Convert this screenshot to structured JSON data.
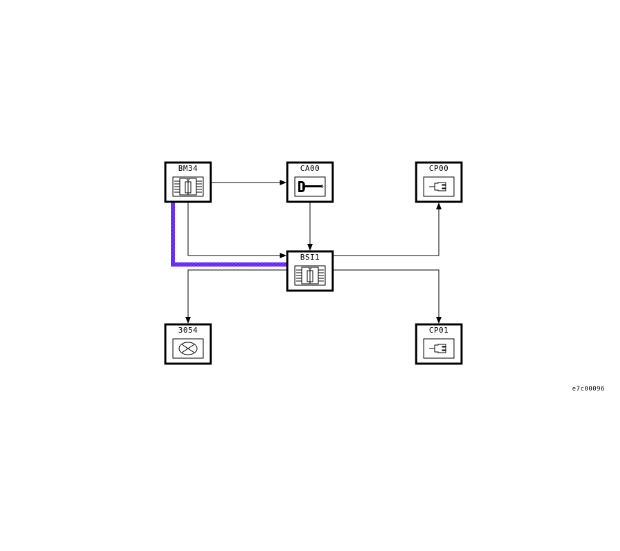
{
  "diagram": {
    "reference_code": "e7c00096",
    "highlight_color": "#7a2cf0",
    "nodes": [
      {
        "id": "BM34",
        "label": "BM34",
        "icon": "ecu-module-icon"
      },
      {
        "id": "CA00",
        "label": "CA00",
        "icon": "ignition-key-icon"
      },
      {
        "id": "CP00",
        "label": "CP00",
        "icon": "connector-plug-icon"
      },
      {
        "id": "BSI1",
        "label": "BSI1",
        "icon": "ecu-module-icon"
      },
      {
        "id": "3054",
        "label": "3054",
        "icon": "lamp-icon"
      },
      {
        "id": "CP01",
        "label": "CP01",
        "icon": "connector-plug-icon"
      }
    ],
    "connections": [
      {
        "from": "BM34",
        "to": "CA00",
        "highlighted": false
      },
      {
        "from": "BM34",
        "to": "BSI1",
        "highlighted": false
      },
      {
        "from": "BM34",
        "to": "BSI1",
        "highlighted": true
      },
      {
        "from": "CA00",
        "to": "BSI1",
        "highlighted": false
      },
      {
        "from": "BSI1",
        "to": "CP00",
        "highlighted": false
      },
      {
        "from": "BSI1",
        "to": "3054",
        "highlighted": false
      },
      {
        "from": "BSI1",
        "to": "CP01",
        "highlighted": false
      }
    ]
  }
}
